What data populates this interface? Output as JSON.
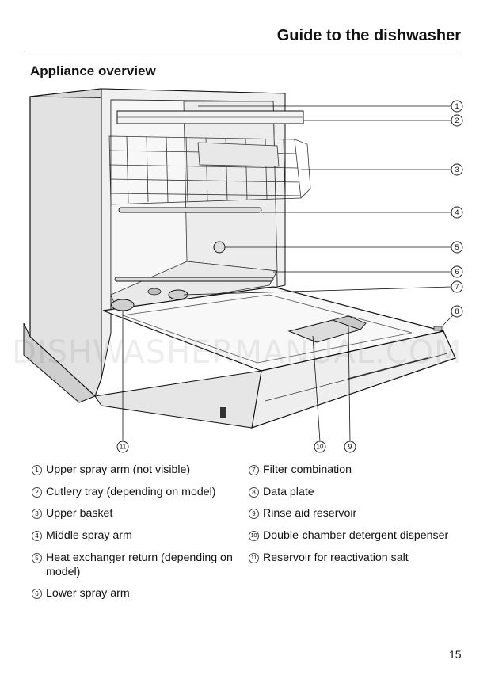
{
  "header": {
    "title": "Guide to the dishwasher"
  },
  "section": {
    "title": "Appliance overview"
  },
  "watermark": "DISHWASHERMANUAL.COM",
  "callouts": [
    "1",
    "2",
    "3",
    "4",
    "5",
    "6",
    "7",
    "8",
    "9",
    "10",
    "11"
  ],
  "legend": [
    {
      "num": "1",
      "text": "Upper spray arm (not visible)"
    },
    {
      "num": "2",
      "text": "Cutlery tray (depending on model)"
    },
    {
      "num": "3",
      "text": "Upper basket"
    },
    {
      "num": "4",
      "text": "Middle spray arm"
    },
    {
      "num": "5",
      "text": "Heat exchanger return (depending on model)"
    },
    {
      "num": "6",
      "text": "Lower spray arm"
    },
    {
      "num": "7",
      "text": "Filter combination"
    },
    {
      "num": "8",
      "text": "Data plate"
    },
    {
      "num": "9",
      "text": "Rinse aid reservoir"
    },
    {
      "num": "10",
      "text": "Double-chamber detergent dispenser"
    },
    {
      "num": "11",
      "text": "Reservoir for reactivation salt"
    }
  ],
  "page_number": "15"
}
